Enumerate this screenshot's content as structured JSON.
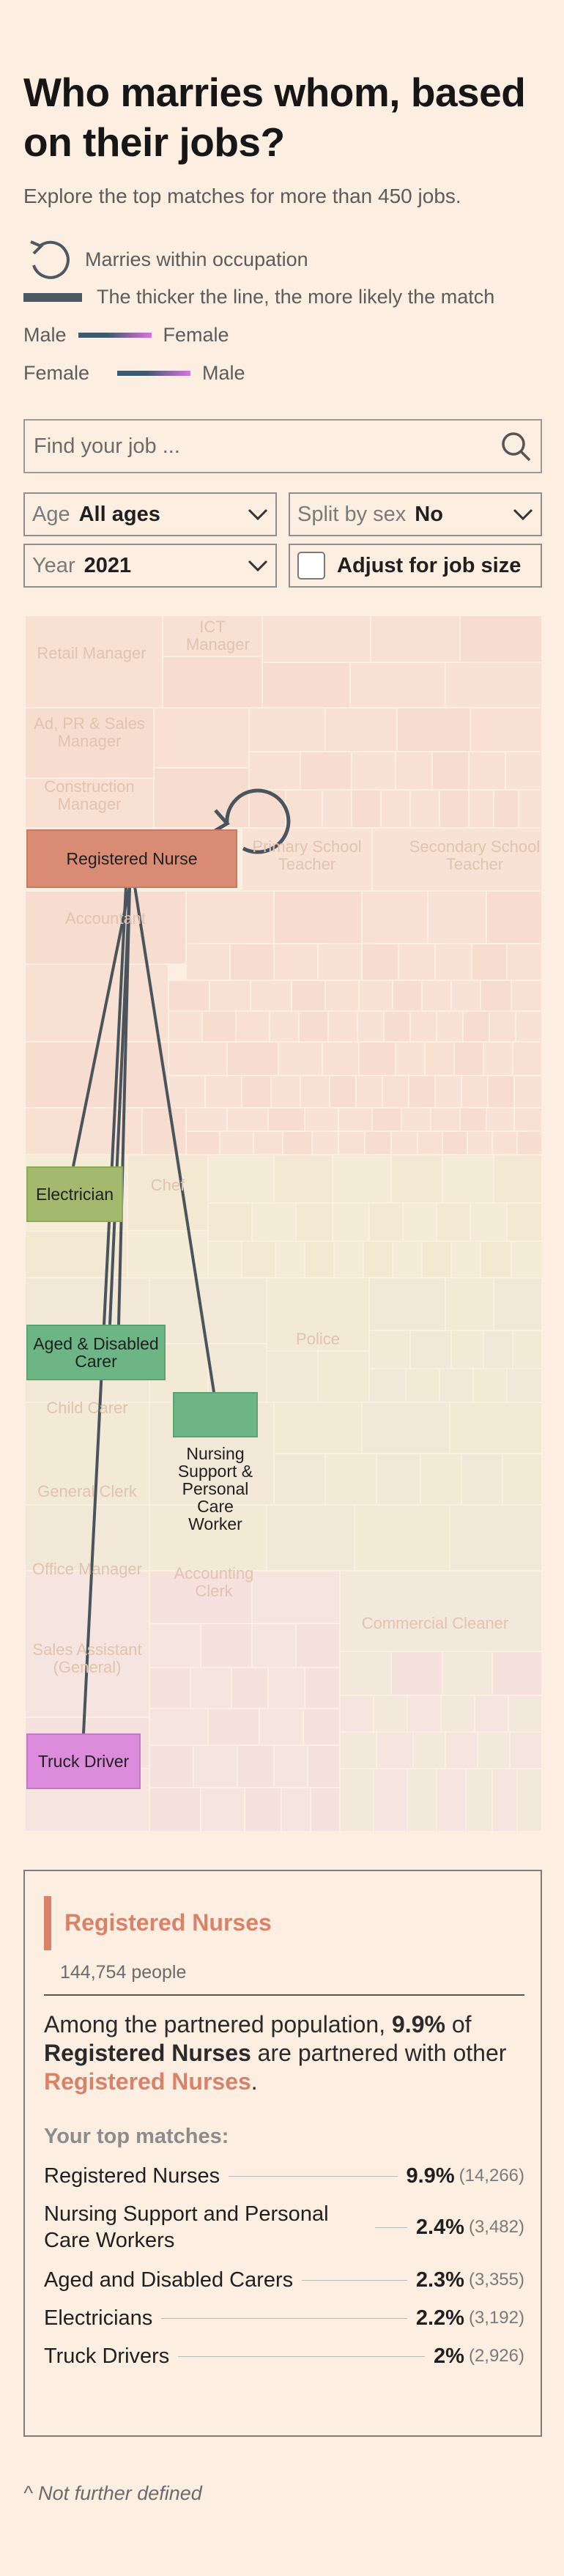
{
  "title": "Who marries whom, based on their jobs?",
  "subtitle": "Explore the top matches for more than 450 jobs.",
  "legend": {
    "loop_label": "Marries within occupation",
    "line_label": "The thicker the line, the more likely the match",
    "row_a_left": "Male",
    "row_a_right": "Female",
    "row_b_left": "Female",
    "row_b_right": "Male",
    "line_color": "#4d5862",
    "male_color": "#3f5a6c",
    "female_color": "#d874dc"
  },
  "search": {
    "placeholder": "Find your job ...",
    "icon": "search-icon"
  },
  "filters": {
    "age_label": "Age",
    "age_value": "All ages",
    "split_label": "Split by sex",
    "split_value": "No",
    "year_label": "Year",
    "year_value": "2021",
    "adjust_label": "Adjust for job size"
  },
  "treemap": {
    "faded_labels": {
      "retail_manager": "Retail Manager",
      "ict_manager": "ICT Manager",
      "ad_pr": "Ad, PR & Sales Manager",
      "construction": "Construction Manager",
      "primary_teacher": "Primary School Teacher",
      "secondary_teacher": "Secondary School Teacher",
      "accountant": "Accountant",
      "chef": "Chef",
      "police": "Police",
      "child_carer": "Child Carer",
      "general_clerk": "General Clerk",
      "accounting_clerk": "Accounting Clerk",
      "office_manager": "Office Manager",
      "commercial_cleaner": "Commercial Cleaner",
      "sales_assistant": "Sales Assistant (General)"
    },
    "selected": {
      "label": "Registered Nurse",
      "color": "#d98b74"
    },
    "matches": {
      "electrician": {
        "label": "Electrician",
        "color": "#a3b96e"
      },
      "aged_carer": {
        "label": "Aged & Disabled Carer",
        "color": "#6db585"
      },
      "nursing_support": {
        "label": "Nursing Support & Personal Care Worker",
        "color": "#6db585"
      },
      "truck_driver": {
        "label": "Truck Driver",
        "color": "#dd8bdc"
      }
    }
  },
  "card": {
    "title": "Registered Nurses",
    "count": "144,754 people",
    "desc_1": "Among the partnered population, ",
    "desc_pct": "9.9%",
    "desc_2": " of ",
    "desc_job": "Registered Nurses",
    "desc_3": " are partnered with other ",
    "desc_job2": "Registered Nurses",
    "desc_4": ".",
    "matches_heading": "Your top matches:",
    "matches": [
      {
        "name": "Registered Nurses",
        "pct": "9.9%",
        "num": "(14,266)"
      },
      {
        "name": "Nursing Support and Personal Care Workers",
        "pct": "2.4%",
        "num": "(3,482)"
      },
      {
        "name": "Aged and Disabled Carers",
        "pct": "2.3%",
        "num": "(3,355)"
      },
      {
        "name": "Electricians",
        "pct": "2.2%",
        "num": "(3,192)"
      },
      {
        "name": "Truck Drivers",
        "pct": "2%",
        "num": "(2,926)"
      }
    ]
  },
  "footnote": "^ Not further defined"
}
